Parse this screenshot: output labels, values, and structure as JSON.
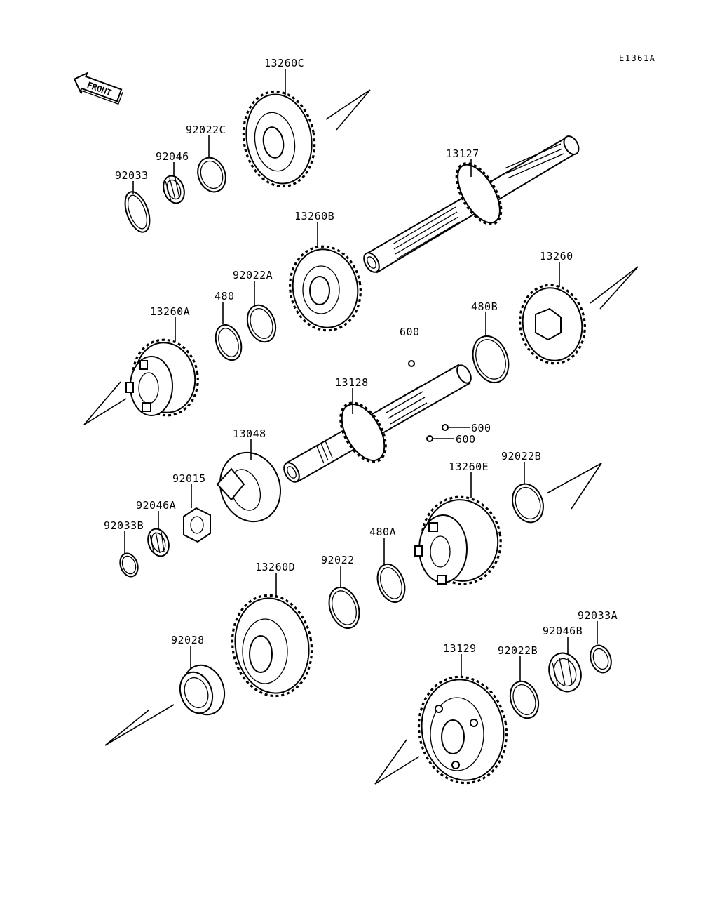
{
  "ref_code": "E1361A",
  "front_label": "FRONT",
  "labels": {
    "p13260C": "13260C",
    "p92022C": "92022C",
    "p92046": "92046",
    "p92033": "92033",
    "p13127": "13127",
    "p13260B": "13260B",
    "p13260": "13260",
    "p92022A": "92022A",
    "p480": "480",
    "p13260A": "13260A",
    "p480B": "480B",
    "p600a": "600",
    "p13128": "13128",
    "p600b": "600",
    "p600c": "600",
    "p13048": "13048",
    "p92015": "92015",
    "p92046A": "92046A",
    "p92033B": "92033B",
    "p92022B_upper": "92022B",
    "p13260E": "13260E",
    "p480A": "480A",
    "p92022": "92022",
    "p13260D": "13260D",
    "p92028": "92028",
    "p92033A": "92033A",
    "p92046B": "92046B",
    "p92022B_lower": "92022B",
    "p13129": "13129"
  }
}
